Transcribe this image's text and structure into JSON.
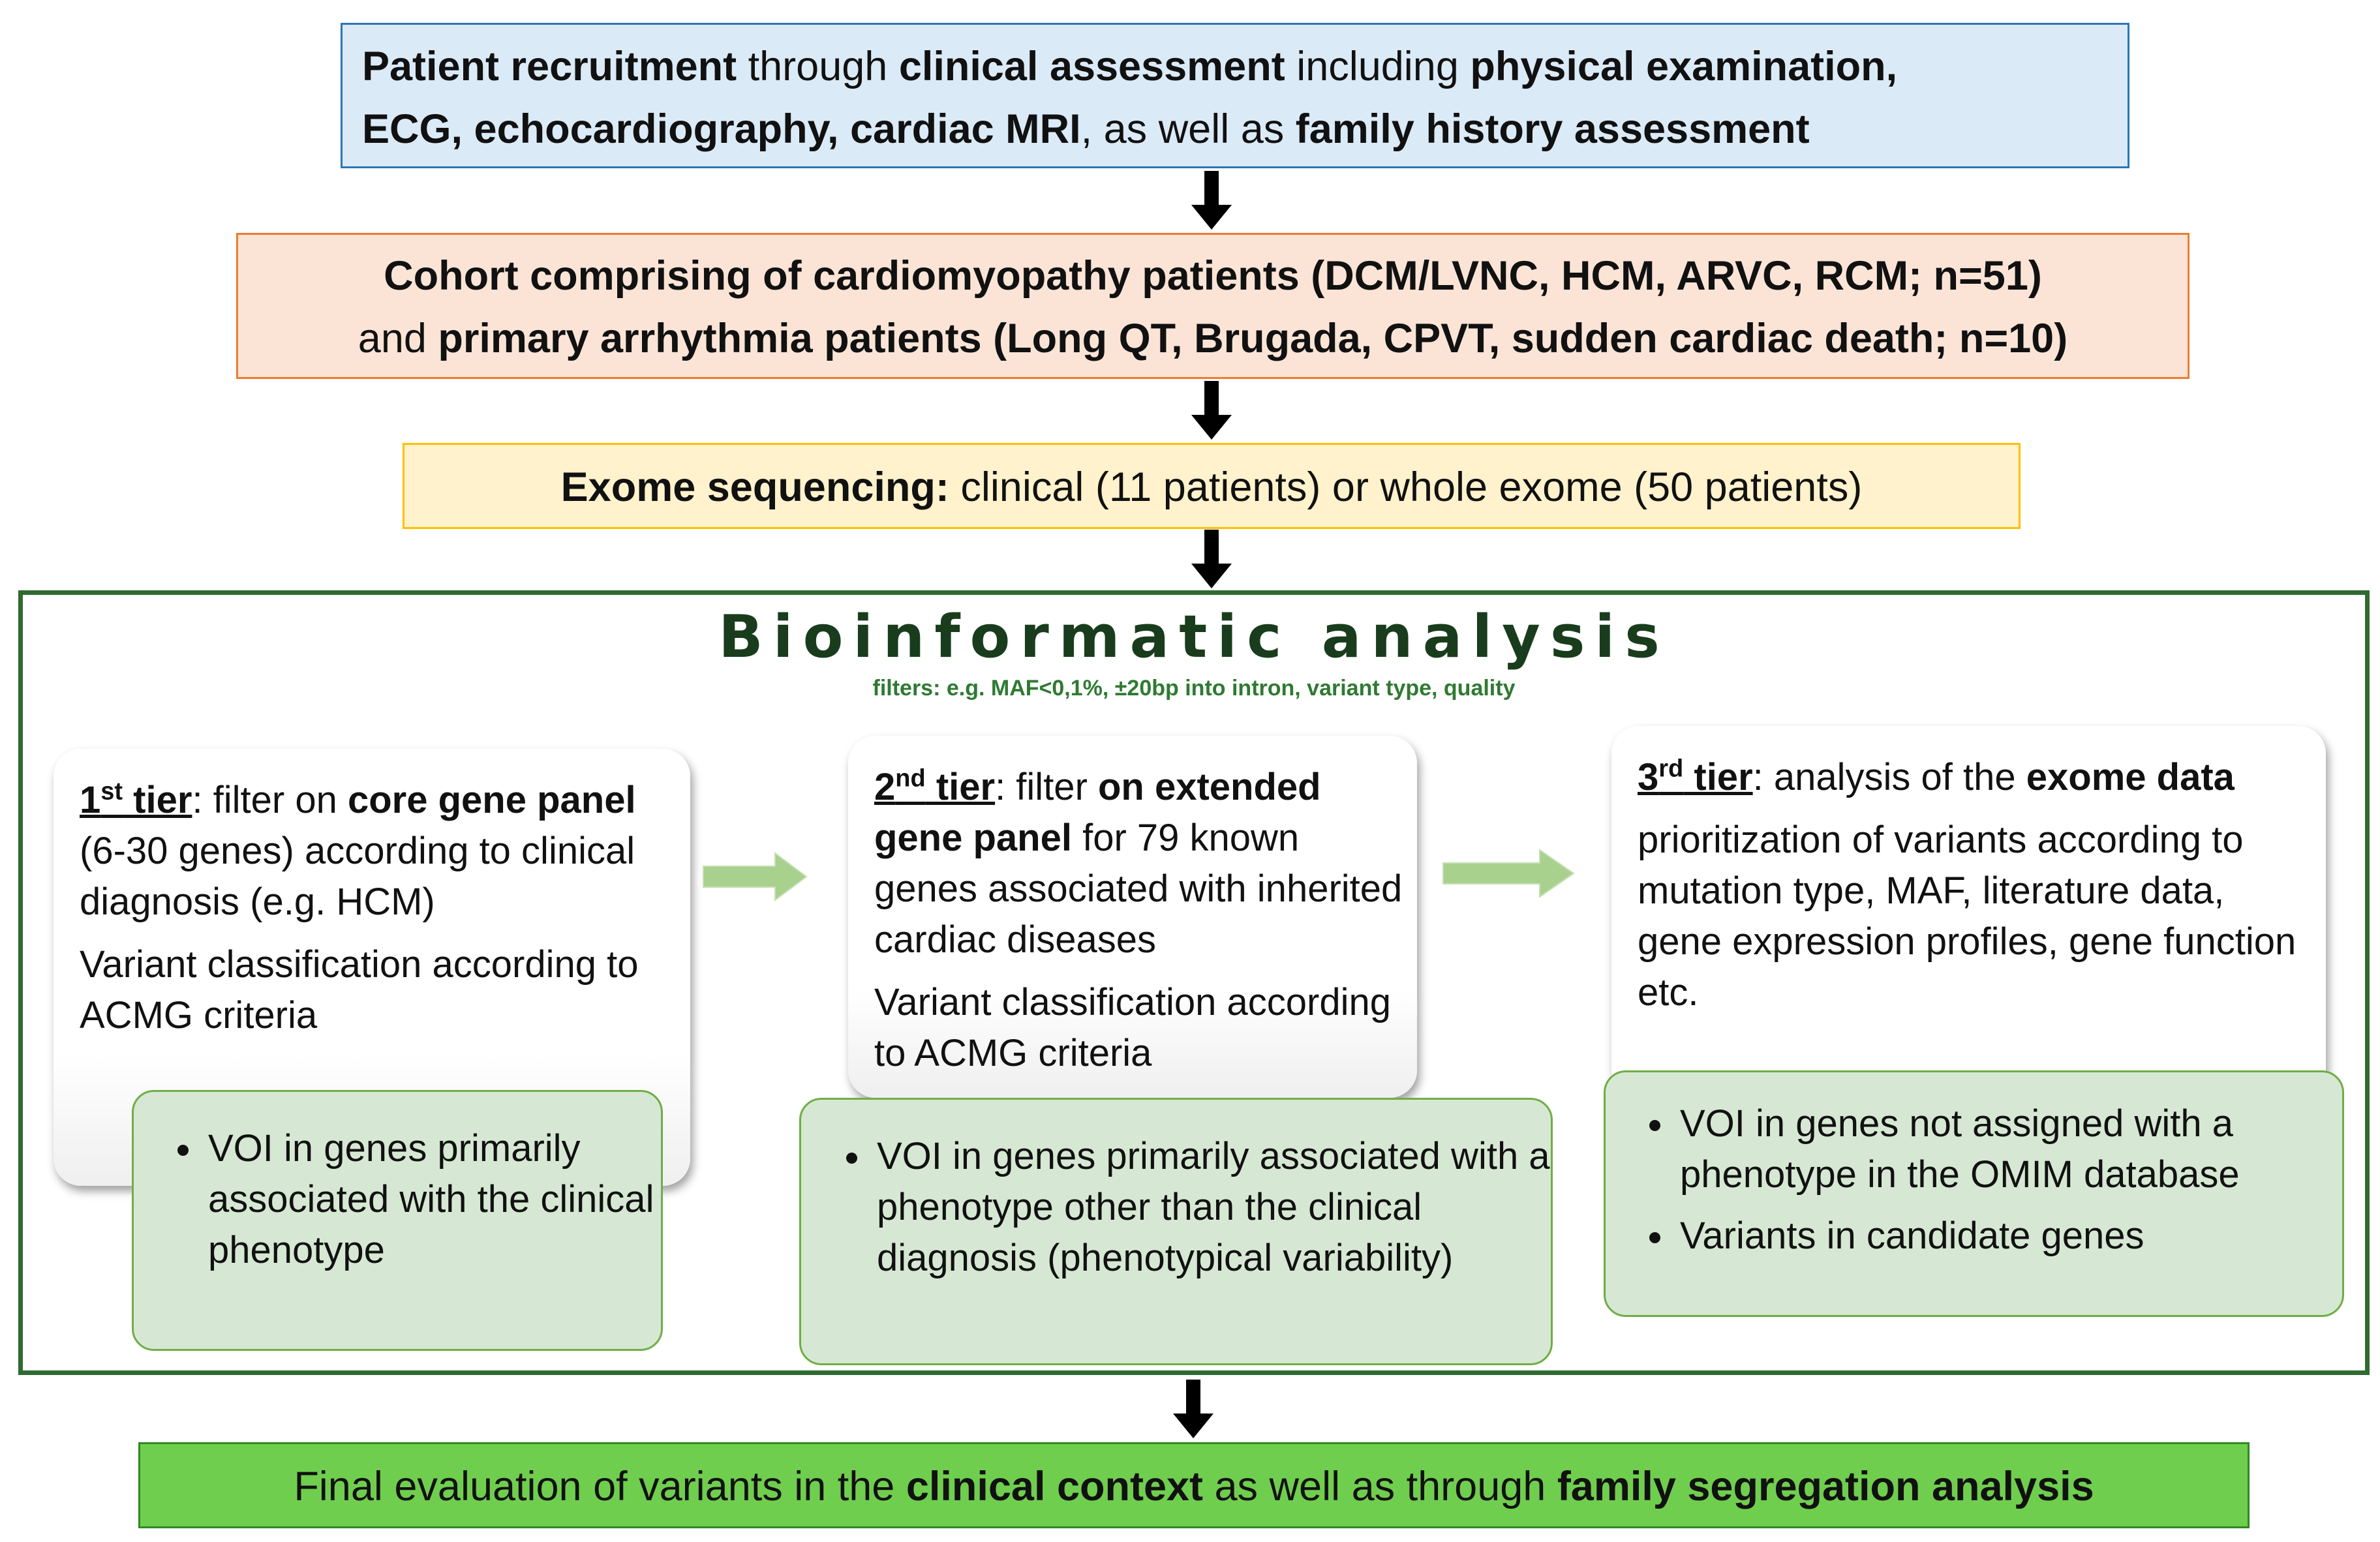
{
  "step1": {
    "runs": [
      {
        "text": "Patient recruitment",
        "bold": true
      },
      {
        "text": " through ",
        "bold": false
      },
      {
        "text": "clinical assessment",
        "bold": true
      },
      {
        "text": " including ",
        "bold": false
      },
      {
        "text": "physical examination,",
        "bold": true
      },
      {
        "text": "ECG, echocardiography, cardiac MRI",
        "bold": true
      },
      {
        "text": ", as well as ",
        "bold": false
      },
      {
        "text": "family history assessment",
        "bold": true
      }
    ]
  },
  "step2": {
    "runs": [
      {
        "text": "Cohort comprising of cardiomyopathy patients (DCM/LVNC, HCM, ARVC, RCM; n=51)",
        "bold": true
      },
      {
        "text": "and ",
        "bold": false
      },
      {
        "text": "primary arrhythmia patients (Long QT, Brugada, CPVT, sudden cardiac death; n=10)",
        "bold": true
      }
    ]
  },
  "step3": {
    "runs": [
      {
        "text": "Exome sequencing:",
        "bold": true
      },
      {
        "text": " clinical (11 patients) or whole exome (50 patients)",
        "bold": false
      }
    ]
  },
  "bioinformatic": {
    "title": "Bioinformatic analysis",
    "filters": "filters: e.g. MAF<0,1%, ±20bp into intron, variant type, quality"
  },
  "tier1": {
    "num": "1",
    "sup": "st",
    "word": " tier",
    "t1": ": filter on ",
    "t2": "core gene panel",
    "t3": " (6-30 genes) according to clinical diagnosis (e.g. HCM)",
    "classification": "Variant classification according to ACMG criteria",
    "voi": [
      "VOI in genes primarily associated with the clinical phenotype"
    ]
  },
  "tier2": {
    "num": "2",
    "sup": "nd",
    "word": " tier",
    "t1": ": filter ",
    "t2": "on extended gene panel",
    "t3": " for 79 known genes associated with inherited cardiac diseases",
    "classification": "Variant classification according to ACMG criteria",
    "voi": [
      "VOI in genes primarily associated with a phenotype other than the clinical diagnosis (phenotypical variability)"
    ]
  },
  "tier3": {
    "num": "3",
    "sup": "rd",
    "word": " tier",
    "t1": ": analysis of the ",
    "t2": "exome data",
    "prioritization": "prioritization of variants according to mutation type, MAF, literature data, gene expression profiles, gene function etc.",
    "voi": [
      "VOI in genes not assigned with a phenotype in the OMIM database",
      "Variants in candidate genes"
    ]
  },
  "step5": {
    "runs": [
      {
        "text": "Final evaluation of variants in the ",
        "bold": false
      },
      {
        "text": "clinical context",
        "bold": true
      },
      {
        "text": " as well as through ",
        "bold": false
      },
      {
        "text": "family segregation analysis",
        "bold": true
      }
    ]
  },
  "colors": {
    "step1_fill": "#dbeaf7",
    "step1_border": "#2e75b6",
    "step2_fill": "#fbe4d6",
    "step2_border": "#ed7d31",
    "step3_fill": "#fff2cc",
    "step3_border": "#ffc000",
    "bio_frame": "#2f6a31",
    "voi_fill": "#d6e8d3",
    "voi_border": "#70ad47",
    "step5_fill": "#70ce4e",
    "tier_arrow": "#a9d18e"
  }
}
